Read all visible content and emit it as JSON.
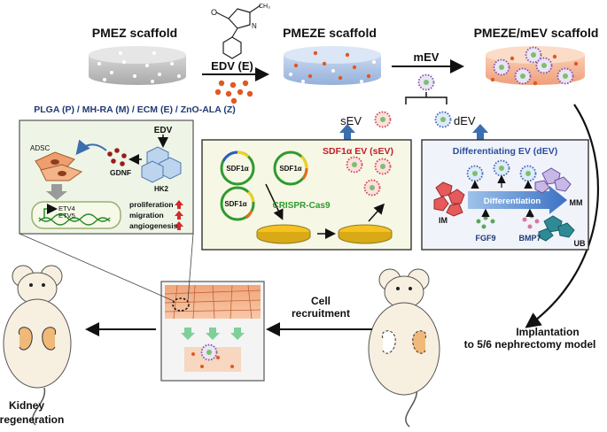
{
  "scaffolds": {
    "pmez": "PMEZ scaffold",
    "pmeze": "PMEZE scaffold",
    "pmeze_mev": "PMEZE/mEV scaffold",
    "composition": "PLGA (P) / MH-RA (M) / ECM (E) / ZnO-ALA (Z)"
  },
  "arrows": {
    "edv": "EDV (E)",
    "mev": "mEV",
    "cell_recruitment_1": "Cell",
    "cell_recruitment_2": "recruitment",
    "implantation_1": "Implantation",
    "implantation_2": "to 5/6 nephrectomy model",
    "kidney_1": "Kidney",
    "kidney_2": "regeneration"
  },
  "molecule": {
    "n": "N",
    "o": "O",
    "methyl": "CH₃"
  },
  "ev_labels": {
    "sev": "sEV",
    "dev": "dEV"
  },
  "mechanism": {
    "edv": "EDV",
    "adsc": "ADSC",
    "gdnf": "GDNF",
    "hk2": "HK2",
    "etv4": "ETV4",
    "etv5": "ETV5",
    "effects": [
      "proliferation",
      "migration",
      "angiogenesis"
    ]
  },
  "sdf_panel": {
    "title": "SDF1α EV (sEV)",
    "plasmid": "SDF1α",
    "crispr": "CRISPR-Cas9"
  },
  "dev_panel": {
    "title": "Differentiating EV (dEV)",
    "differentiation": "Differentiation",
    "im": "IM",
    "mm": "MM",
    "ub": "UB",
    "fgf9": "FGF9",
    "bmp7": "BMP7"
  },
  "colors": {
    "navy": "#1f3a73",
    "red": "#c0202a",
    "blue_arrow": "#3b6fb0",
    "panel_border": "#3a3a3a"
  }
}
